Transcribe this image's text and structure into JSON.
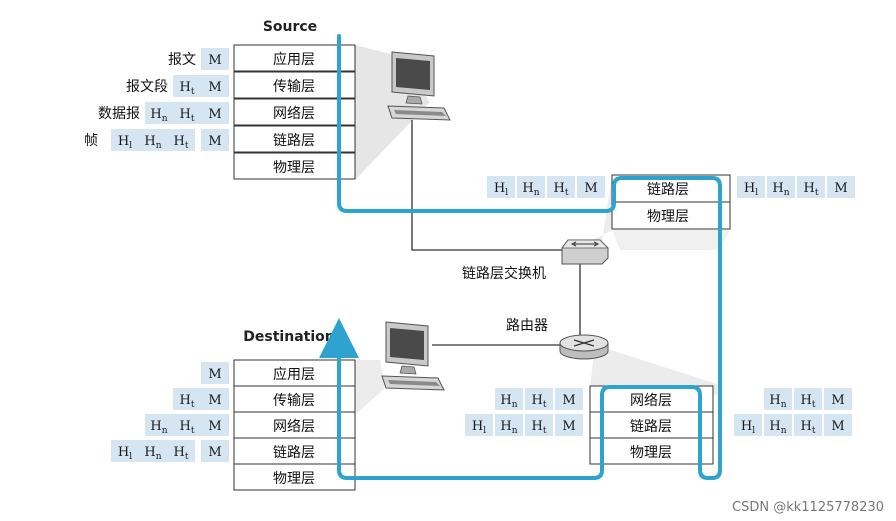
{
  "source_title": "Source",
  "destination_title": "Destination",
  "source_stack": [
    "应用层",
    "传输层",
    "网络层",
    "链路层",
    "物理层"
  ],
  "destination_stack": [
    "应用层",
    "传输层",
    "网络层",
    "链路层",
    "物理层"
  ],
  "switch_stack": [
    "链路层",
    "物理层"
  ],
  "router_stack": [
    "网络层",
    "链路层",
    "物理层"
  ],
  "pdu_labels": [
    "报文",
    "报文段",
    "数据报",
    "帧"
  ],
  "switch_label": "链路层交换机",
  "router_label": "路由器",
  "header_cells": {
    "source": [
      [
        "M"
      ],
      [
        "Ht",
        "M"
      ],
      [
        "Hn",
        "Ht",
        "M"
      ],
      [
        "Hl",
        "Hn",
        "Ht",
        "M"
      ]
    ],
    "destination": [
      [
        "M"
      ],
      [
        "Ht",
        "M"
      ],
      [
        "Hn",
        "Ht",
        "M"
      ],
      [
        "Hl",
        "Hn",
        "Ht",
        "M"
      ]
    ],
    "switch_left": [
      "Hl",
      "Hn",
      "Ht",
      "M"
    ],
    "switch_right": [
      "Hl",
      "Hn",
      "Ht",
      "M"
    ],
    "router_left": [
      [
        "Hn",
        "Ht",
        "M"
      ],
      [
        "Hl",
        "Hn",
        "Ht",
        "M"
      ]
    ],
    "router_right": [
      [
        "Hn",
        "Ht",
        "M"
      ],
      [
        "Hl",
        "Hn",
        "Ht",
        "M"
      ]
    ]
  },
  "watermark": "CSDN @kk1125778230",
  "colors": {
    "path": "#2ea3cf",
    "cell": "#d5e6f2",
    "line": "#333333",
    "shadow": "#e4e4e4"
  },
  "icons": [
    "computer-icon",
    "computer-icon",
    "switch-icon",
    "router-icon"
  ]
}
